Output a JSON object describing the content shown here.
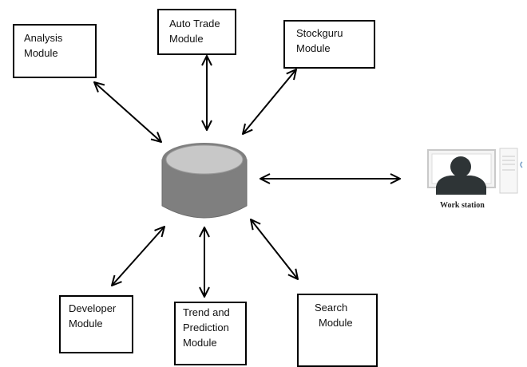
{
  "modules": {
    "analysis": [
      "Analysis",
      "Module"
    ],
    "auto_trade": [
      "Auto Trade",
      "Module"
    ],
    "stockguru": [
      "Stockguru",
      "Module"
    ],
    "developer": [
      "Developer",
      "Module"
    ],
    "trend": [
      "Trend and",
      "Prediction",
      "Module"
    ],
    "search": [
      "Search",
      "Module"
    ]
  },
  "workstation": {
    "label": "Work station",
    "icon": "workstation-icon"
  },
  "database": {
    "icon": "database-cylinder-icon",
    "colors": {
      "top": "#c8c8c8",
      "body": "#7f7f7f"
    }
  },
  "connectors": {
    "style": "double-headed-arrow",
    "color": "#000000"
  }
}
